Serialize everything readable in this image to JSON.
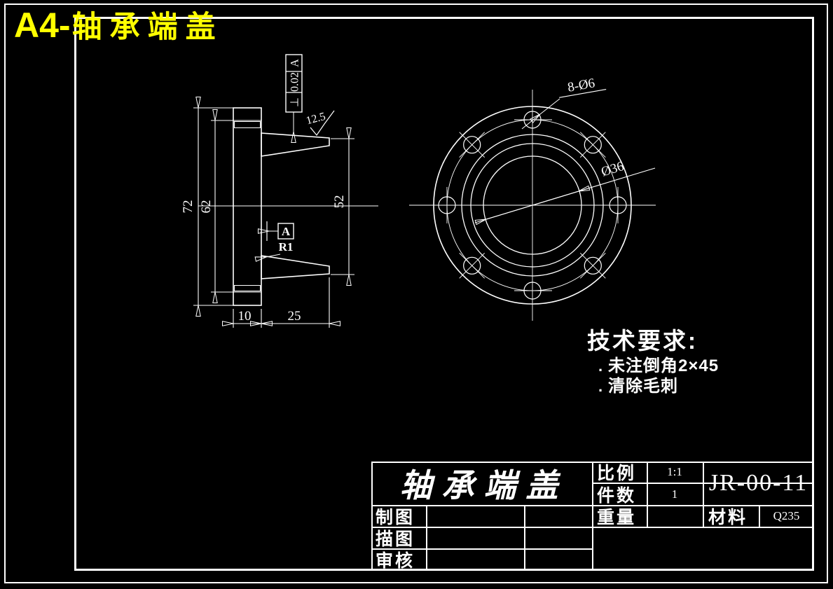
{
  "colors": {
    "background": "#000000",
    "line": "#ffffff",
    "sheet_title": "#ffff00"
  },
  "header": {
    "sheet_size_prefix": "A4-",
    "file_title": "轴承端盖"
  },
  "section_view": {
    "dim_overall_height": "72",
    "dim_step_diameter": "62",
    "dim_boss_diameter": "52",
    "dim_flange_thickness": "10",
    "dim_boss_length": "25",
    "fillet_label": "R1",
    "surface_finish": "12.5",
    "tolerance": {
      "symbol": "⊥",
      "value": "0.02",
      "datum": "A"
    },
    "datum_label": "A"
  },
  "front_view": {
    "holes_label": "8-Ø6",
    "bore_label": "Ø36"
  },
  "technical_requirements": {
    "title": "技术要求:",
    "items": [
      {
        "bullet": ".",
        "text": "未注倒角2×45"
      },
      {
        "bullet": ".",
        "text": "清除毛刺"
      }
    ]
  },
  "title_block": {
    "part_name": "轴承端盖",
    "scale_label": "比例",
    "scale_value": "1:1",
    "qty_label": "件数",
    "qty_value": "1",
    "weight_label": "重量",
    "drawing_number": "JR-00-11",
    "material_label": "材料",
    "material_value": "Q235",
    "drafted_label": "制图",
    "traced_label": "描图",
    "checked_label": "审核"
  }
}
